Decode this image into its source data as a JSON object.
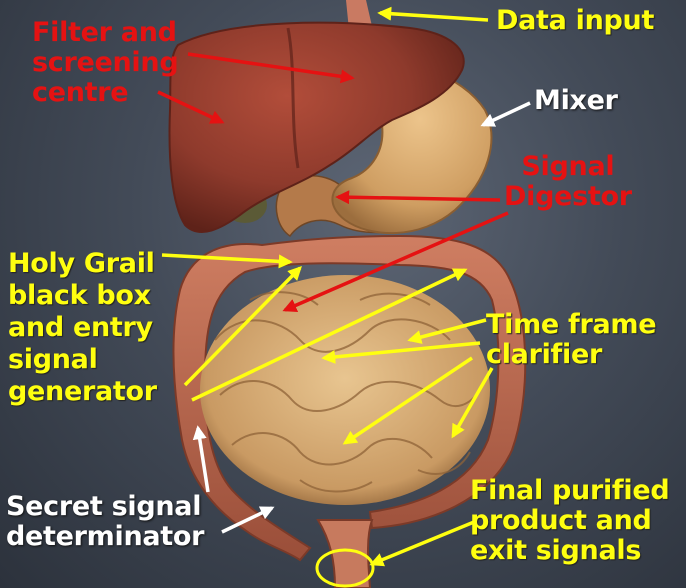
{
  "labels": {
    "data_input": "Data input",
    "filter": "Filter and\nscreening\ncentre",
    "mixer": "Mixer",
    "signal_digestor": "Signal\nDigestor",
    "holy_grail": "Holy Grail\nblack box\nand entry\nsignal\ngenerator",
    "time_frame": "Time frame\nclarifier",
    "secret_signal": "Secret signal\ndeterminator",
    "final_product": "Final purified\nproduct and\nexit signals"
  },
  "colors": {
    "yellow": "#ffff10",
    "red": "#e51212",
    "white": "#ffffff",
    "liver": "#8e3a2c",
    "stomach": "#d3a366",
    "colon": "#b7654c",
    "small_intestine": "#d9b17a"
  }
}
